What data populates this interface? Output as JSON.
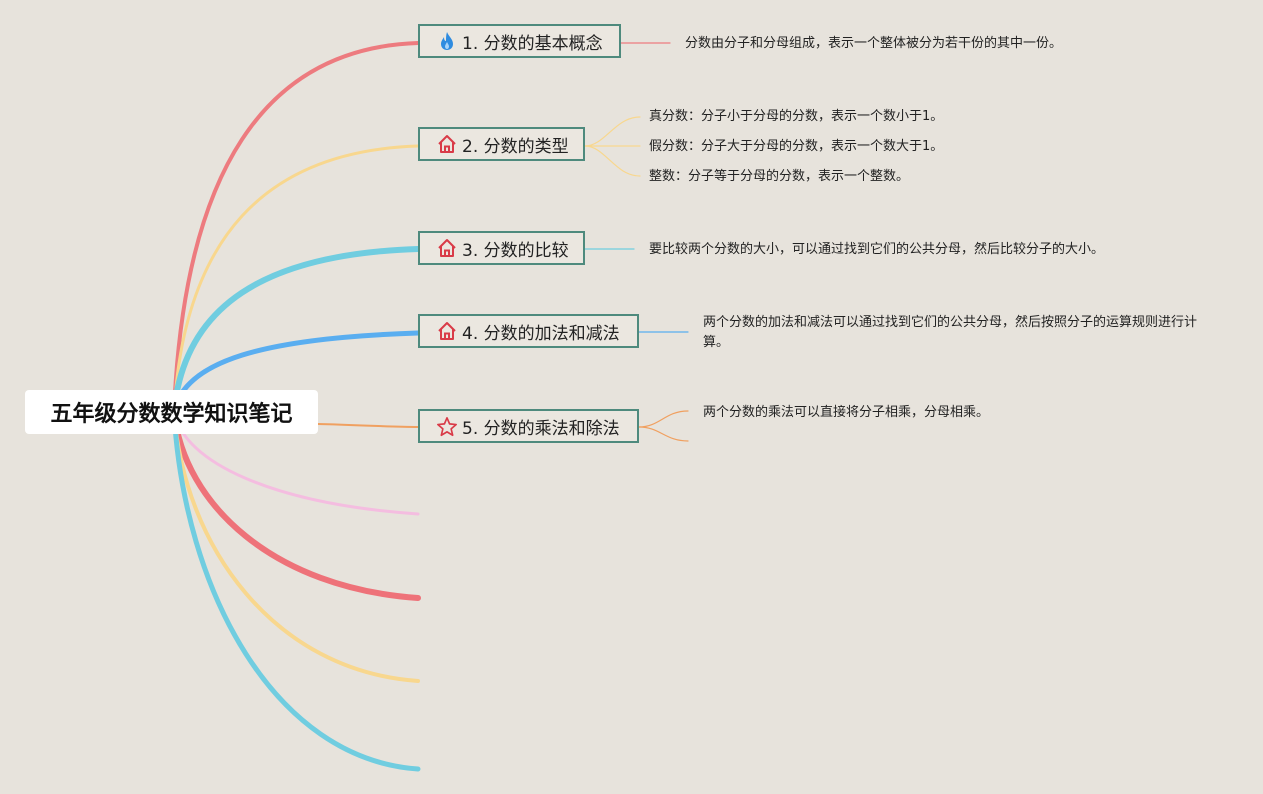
{
  "root": {
    "title": "五年级分数数学知识笔记"
  },
  "topics": [
    {
      "label": "1. 分数的基本概念",
      "icon": "fire-icon",
      "color": "#ed7b7f",
      "notes": [
        "分数由分子和分母组成，表示一个整体被分为若干份的其中一份。"
      ]
    },
    {
      "label": "2. 分数的类型",
      "icon": "house-icon",
      "color": "#f8d78e",
      "notes": [
        "真分数：分子小于分母的分数，表示一个数小于1。",
        "假分数：分子大于分母的分数，表示一个数大于1。",
        "整数：分子等于分母的分数，表示一个整数。"
      ]
    },
    {
      "label": "3. 分数的比较",
      "icon": "house-icon",
      "color": "#70cde0",
      "notes": [
        "要比较两个分数的大小，可以通过找到它们的公共分母，然后比较分子的大小。"
      ]
    },
    {
      "label": "4. 分数的加法和减法",
      "icon": "house-icon",
      "color": "#5aaef0",
      "notes": [
        "两个分数的加法和减法可以通过找到它们的公共分母，然后按照分子的运算规则进行计算。"
      ]
    },
    {
      "label": "5. 分数的乘法和除法",
      "icon": "star-icon",
      "color": "#f0a060",
      "notes": [
        "两个分数的乘法可以直接将分子相乘，分母相乘。"
      ]
    }
  ],
  "empty_branches": [
    {
      "color": "#f4bde0"
    },
    {
      "color": "#ee7279"
    },
    {
      "color": "#f8d78e"
    },
    {
      "color": "#70cde0"
    }
  ],
  "colors": {
    "background": "#e7e3dc",
    "topic_border": "#4e8a7d",
    "icon_red": "#d93b48",
    "icon_blue": "#2f8ce0"
  }
}
